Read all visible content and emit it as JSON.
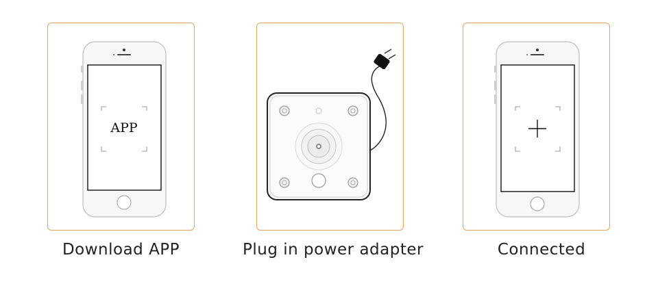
{
  "steps": [
    {
      "caption": "Download APP",
      "screen_text": "APP",
      "icon": "phone-app-icon"
    },
    {
      "caption": "Plug in power adapter",
      "icon": "camera-power-adapter-icon"
    },
    {
      "caption": "Connected",
      "screen_icon": "plus-icon",
      "icon": "phone-connected-icon"
    }
  ],
  "colors": {
    "panel_border": "#e8a35c",
    "text": "#222222"
  }
}
